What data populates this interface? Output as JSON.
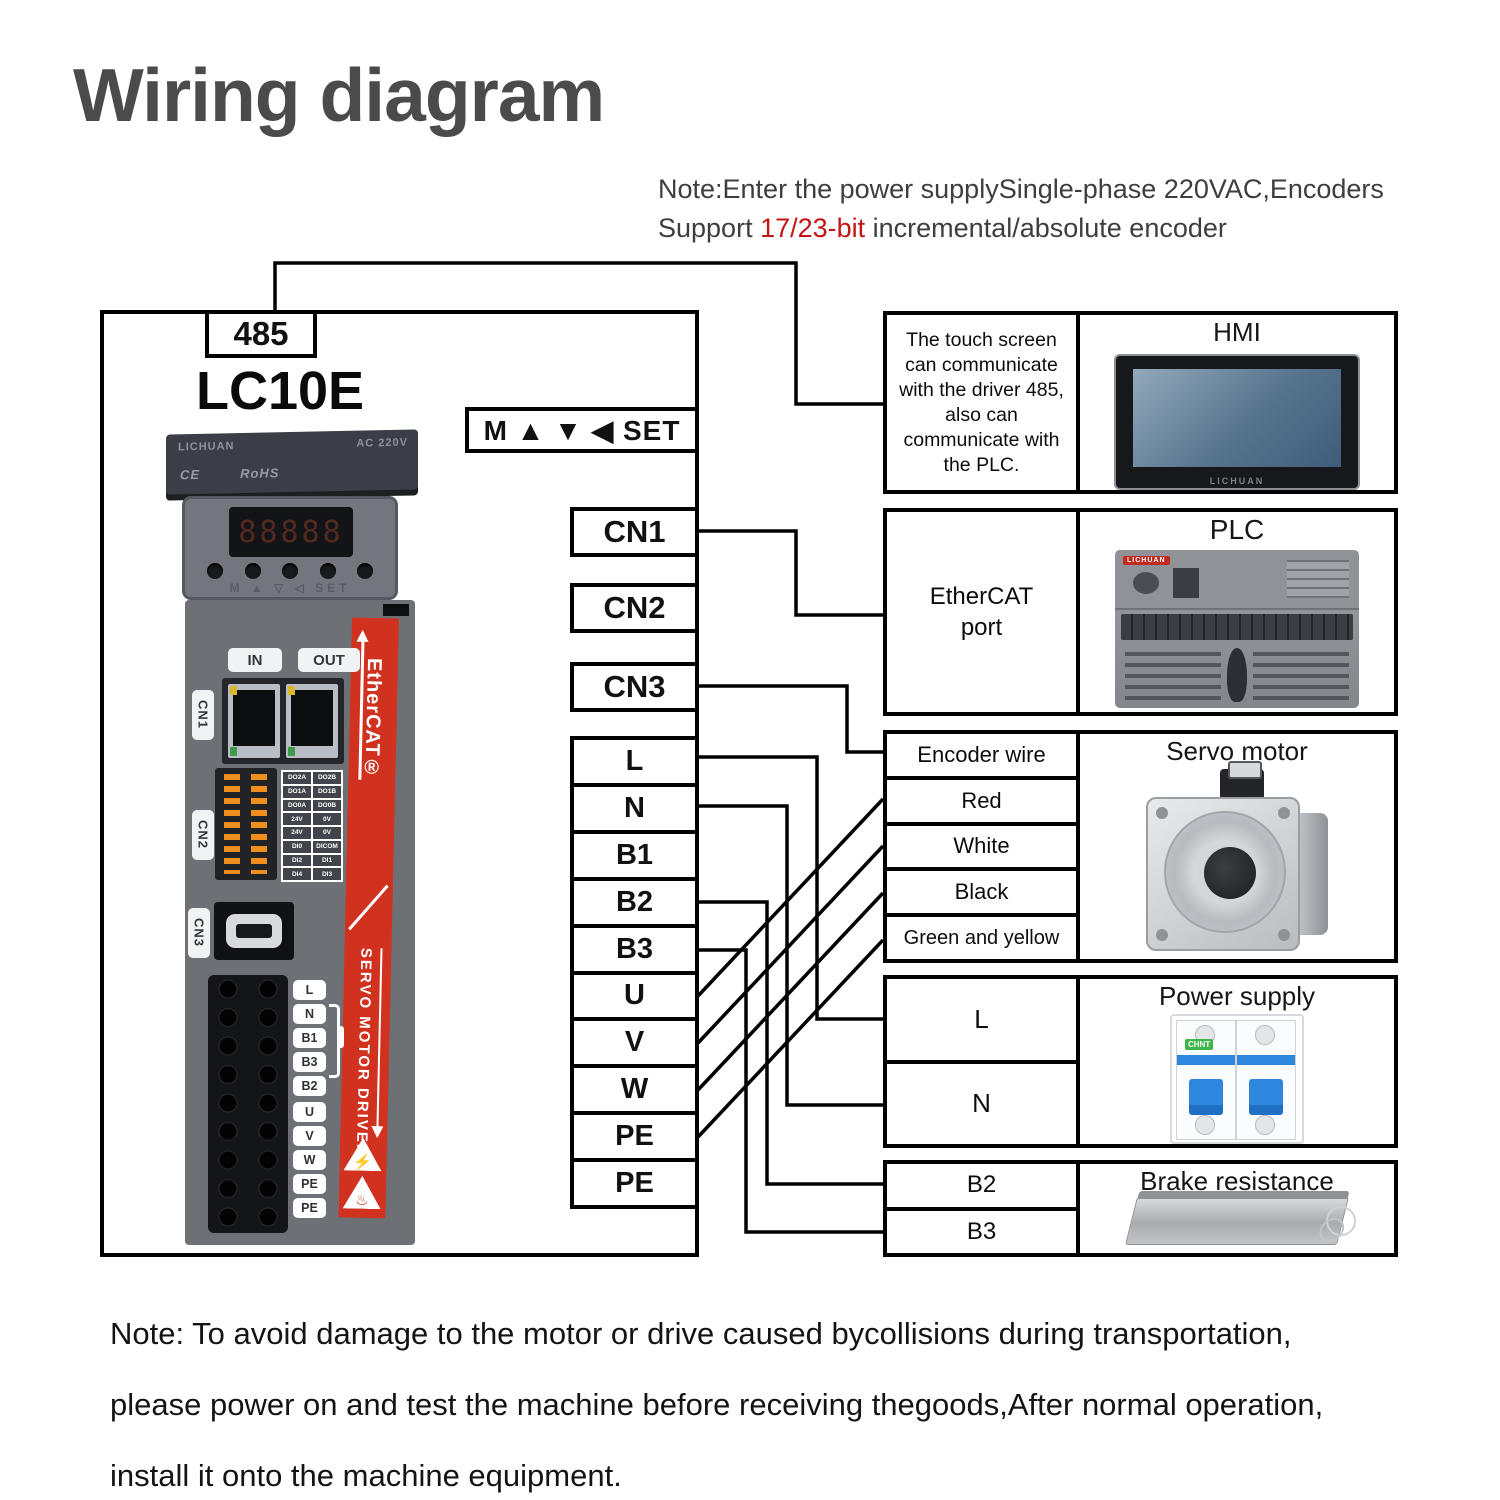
{
  "title": "Wiring diagram",
  "top_note": {
    "line1": "Note:Enter the power supplySingle-phase 220VAC,Encoders",
    "line2_prefix": "Support ",
    "line2_highlight": "17/23-bit",
    "line2_suffix": " incremental/absolute encoder"
  },
  "colors": {
    "accent_red": "#d13220",
    "highlight_text": "#c41414",
    "wire": "#000000",
    "box_border": "#000000"
  },
  "driver": {
    "bus_label": "485",
    "model": "LC10E",
    "keys_label": "M ▲ ▼ ◀ SET",
    "connectors": [
      "CN1",
      "CN2",
      "CN3"
    ],
    "terminals": [
      "L",
      "N",
      "B1",
      "B2",
      "B3",
      "U",
      "V",
      "W",
      "PE",
      "PE"
    ],
    "device": {
      "brand": "LICHUAN",
      "voltage": "AC 220V",
      "ce": "CE",
      "rohs": "RoHS",
      "display": "88888",
      "panel_keys": "M ▲ ▽ ◁ SET",
      "in_label": "IN",
      "out_label": "OUT",
      "cn1": "CN1",
      "cn2": "CN2",
      "cn3": "CN3",
      "ethercat": "EtherCAT®",
      "strip_text": "SERVO MOTOR DRIVER",
      "io_table": [
        [
          "DO2A",
          "DO2B"
        ],
        [
          "DO1A",
          "DO1B"
        ],
        [
          "DO0A",
          "DO0B"
        ],
        [
          "24V",
          "0V"
        ],
        [
          "24V",
          "0V"
        ],
        [
          "DI0",
          "DICOM"
        ],
        [
          "DI2",
          "DI1"
        ],
        [
          "DI4",
          "DI3"
        ]
      ],
      "block_labels": [
        "L",
        "N",
        "B1",
        "B3",
        "B2",
        "U",
        "V",
        "W",
        "PE",
        "PE"
      ]
    }
  },
  "sections": {
    "hmi": {
      "description": "The touch screen can communicate with the driver 485, also can communicate with the PLC.",
      "title": "HMI",
      "screen_brand": "LICHUAN"
    },
    "plc": {
      "port": "EtherCAT port",
      "title": "PLC",
      "brand": "LICHUAN"
    },
    "servo": {
      "rows": [
        "Encoder wire",
        "Red",
        "White",
        "Black",
        "Green and yellow"
      ],
      "title": "Servo motor"
    },
    "power": {
      "rows": [
        "L",
        "N"
      ],
      "title": "Power supply",
      "breaker_brand": "CHNT"
    },
    "brake": {
      "rows": [
        "B2",
        "B3"
      ],
      "title": "Brake resistance"
    }
  },
  "bottom_note": {
    "line1": "Note: To avoid damage to the motor or drive caused bycollisions during transportation,",
    "line2": "please power on and test the machine before receiving thegoods,After normal operation,",
    "line3": "install it onto the machine equipment."
  }
}
